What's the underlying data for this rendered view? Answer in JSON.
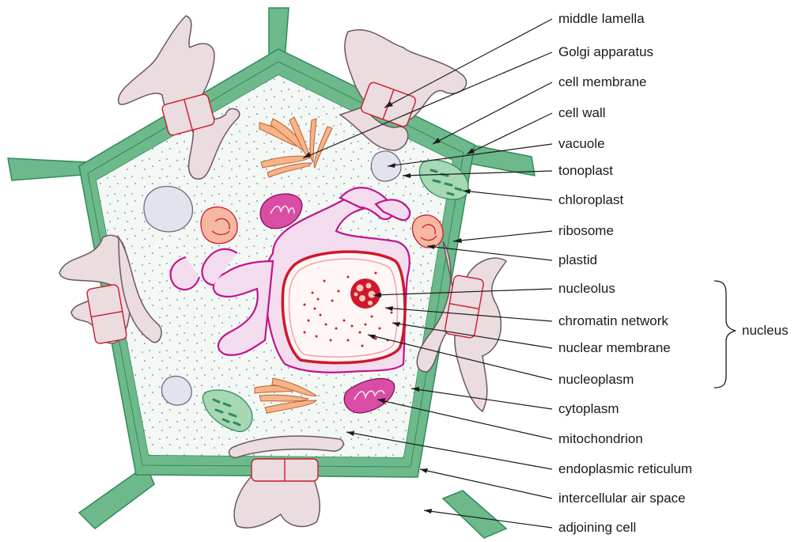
{
  "labels": [
    "middle lamella",
    "Golgi apparatus",
    "cell membrane",
    "cell wall",
    "vacuole",
    "tonoplast",
    "chloroplast",
    "ribosome",
    "plastid",
    "nucleolus",
    "chromatin network",
    "nuclear membrane",
    "nucleoplasm",
    "cytoplasm",
    "mitochondrion",
    "endoplasmic reticulum",
    "intercellular air space",
    "adjoining cell"
  ],
  "group": {
    "label": "nucleus",
    "members": [
      "nucleolus",
      "chromatin network",
      "nuclear membrane",
      "nucleoplasm"
    ]
  },
  "colors": {
    "cell_wall": "#6db98c",
    "cell_wall_edge": "#2f8a57",
    "cytoplasm": "#f3f8f4",
    "er_fill": "#f4dcef",
    "er_edge": "#c0148c",
    "nucleus_edge": "#d0182c",
    "mitochondrion": "#d94da4",
    "golgi": "#f7b489",
    "plastid": "#f6b8a2",
    "chloroplast": "#a6d8b5",
    "vacuole": "#e3e3ee",
    "neighbour_fill": "#eadcdf",
    "neighbour_edge": "#6b5860"
  }
}
